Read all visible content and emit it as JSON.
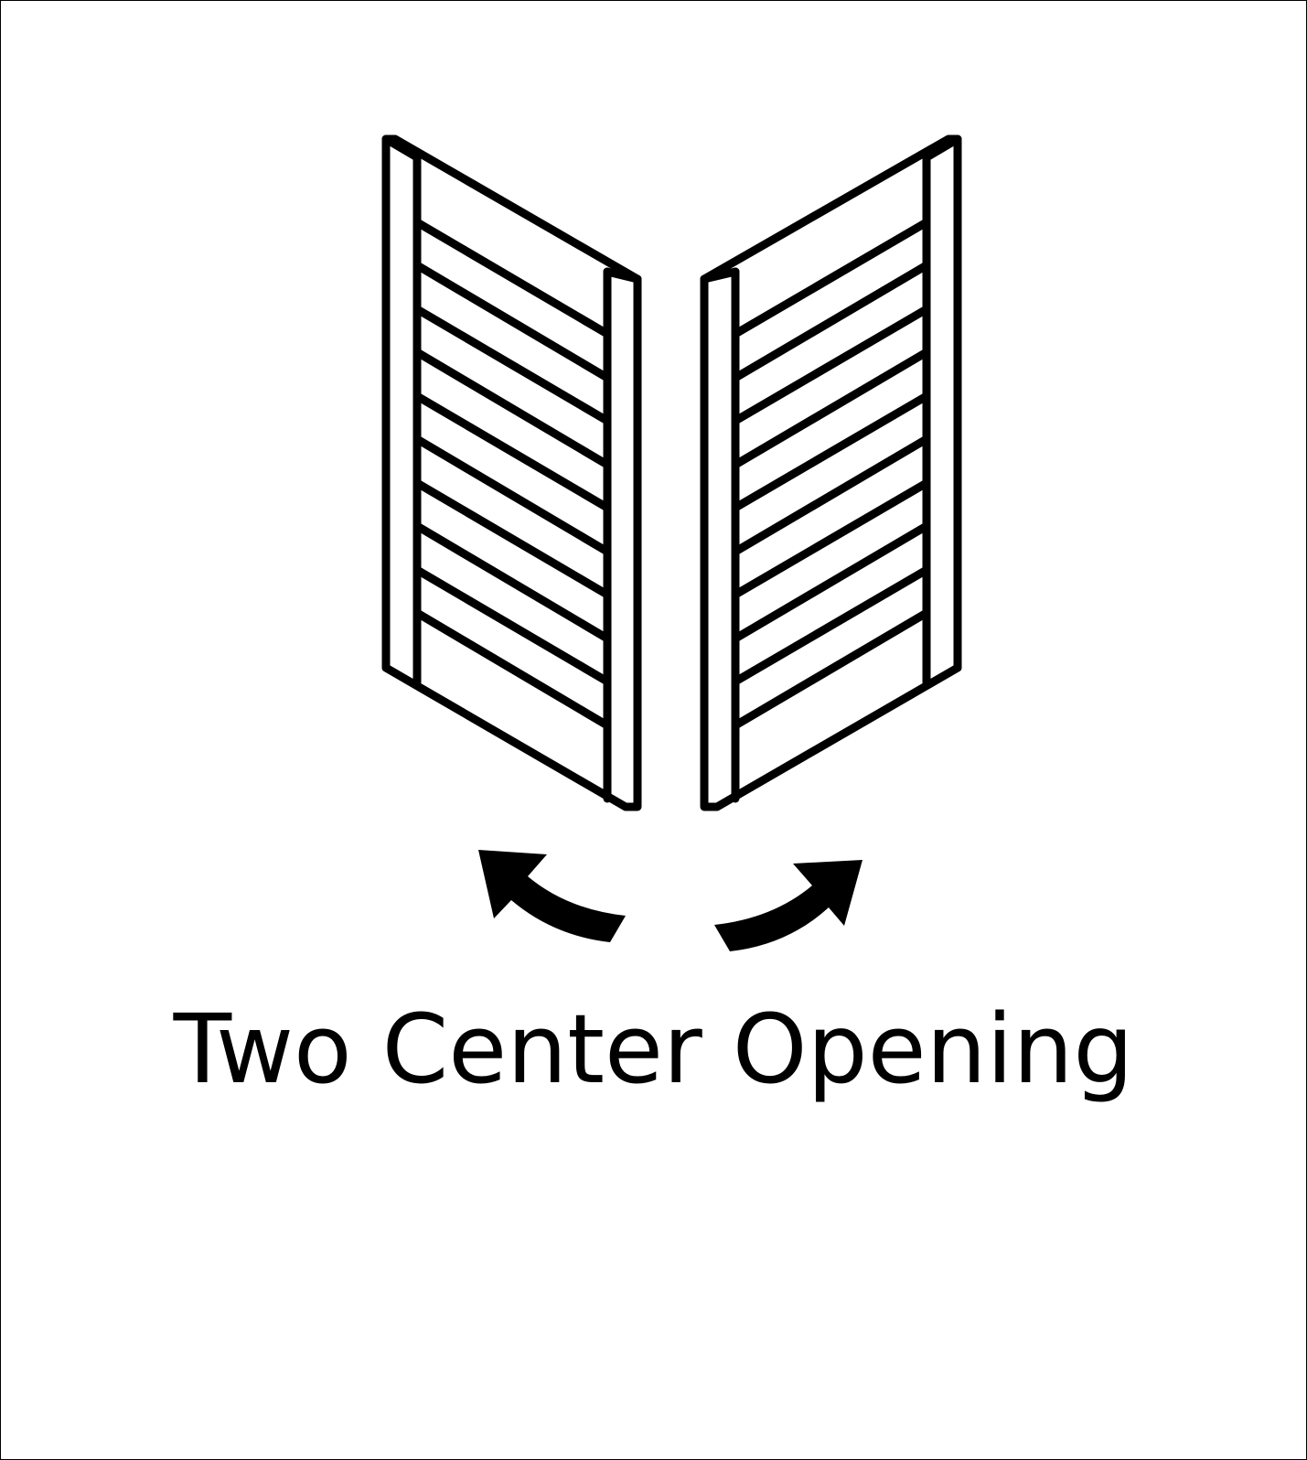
{
  "diagram": {
    "caption": "Two Center Opening",
    "stroke_color": "#000000",
    "background_color": "#ffffff",
    "left_shutter": {
      "name": "left-shutter",
      "louver_count": 10,
      "swing": "outward-left"
    },
    "right_shutter": {
      "name": "right-shutter",
      "louver_count": 10,
      "swing": "outward-right"
    },
    "icons": [
      "shutter-left-icon",
      "shutter-right-icon",
      "curved-arrow-left-icon",
      "curved-arrow-right-icon"
    ]
  }
}
